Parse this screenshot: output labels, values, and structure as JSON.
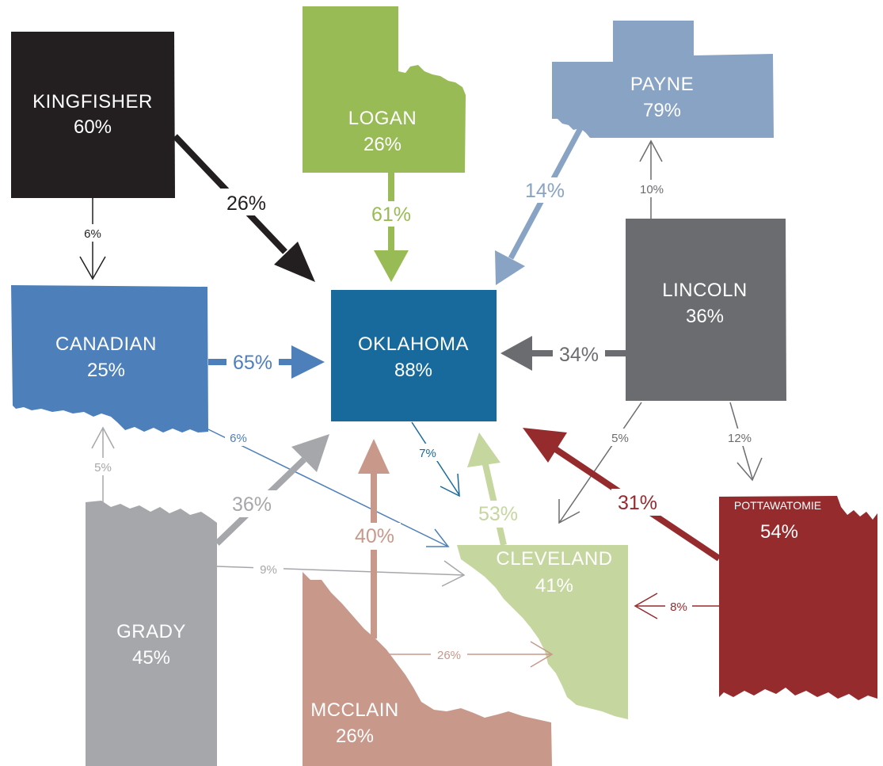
{
  "colors": {
    "kingfisher": "#231f20",
    "logan": "#98bb56",
    "payne": "#88a3c3",
    "canadian": "#4d7fbb",
    "oklahoma": "#186a9d",
    "lincoln": "#6b6c70",
    "grady": "#a6a7ab",
    "mcclain": "#c8998b",
    "cleveland": "#c5d69f",
    "pottawatomie": "#952b2d"
  },
  "counties": {
    "kingfisher": {
      "name": "KINGFISHER",
      "pct": "60%"
    },
    "logan": {
      "name": "LOGAN",
      "pct": "26%"
    },
    "payne": {
      "name": "PAYNE",
      "pct": "79%"
    },
    "canadian": {
      "name": "CANADIAN",
      "pct": "25%"
    },
    "oklahoma": {
      "name": "OKLAHOMA",
      "pct": "88%"
    },
    "lincoln": {
      "name": "LINCOLN",
      "pct": "36%"
    },
    "grady": {
      "name": "GRADY",
      "pct": "45%"
    },
    "mcclain": {
      "name": "MCCLAIN",
      "pct": "26%"
    },
    "cleveland": {
      "name": "CLEVELAND",
      "pct": "41%"
    },
    "pottawatomie": {
      "name": "POTTAWATOMIE",
      "pct": "54%"
    }
  },
  "flows": {
    "kingfisher_oklahoma": "26%",
    "kingfisher_canadian": "6%",
    "logan_oklahoma": "61%",
    "payne_oklahoma": "14%",
    "lincoln_payne": "10%",
    "canadian_oklahoma": "65%",
    "lincoln_oklahoma": "34%",
    "lincoln_cleveland": "5%",
    "lincoln_pottawatomie": "12%",
    "canadian_cleveland": "6%",
    "oklahoma_cleveland": "7%",
    "cleveland_oklahoma": "53%",
    "grady_canadian": "5%",
    "grady_oklahoma": "36%",
    "grady_cleveland": "9%",
    "mcclain_oklahoma": "40%",
    "mcclain_cleveland": "26%",
    "pottawatomie_oklahoma": "31%",
    "pottawatomie_cleveland": "8%"
  }
}
